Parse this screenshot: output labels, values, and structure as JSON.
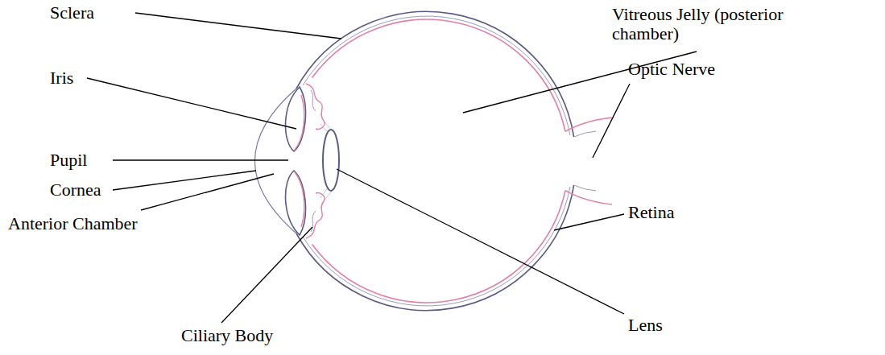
{
  "diagram": {
    "labels": [
      "Sclera",
      "Vitreous Jelly (posterior chamber)",
      "Iris",
      "Optic Nerve",
      "Pupil",
      "Cornea",
      "Retina",
      "Anterior Chamber",
      "Lens",
      "Ciliary Body"
    ]
  }
}
